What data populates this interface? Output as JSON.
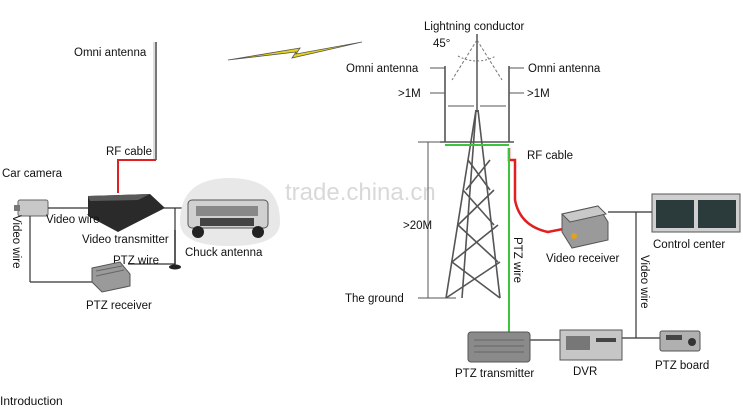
{
  "labels": {
    "omni_antenna_left": "Omni antenna",
    "rf_cable_left": "RF cable",
    "car_camera": "Car camera",
    "video_wire_top": "Video wire",
    "video_transmitter": "Video transmitter",
    "video_wire_left": "Video wire",
    "ptz_wire": "PTZ wire",
    "ptz_receiver": "PTZ receiver",
    "chuck_antenna": "Chuck antenna",
    "lightning_conductor": "Lightning conductor",
    "angle": "45°",
    "omni_antenna_tower_left": "Omni antenna",
    "omni_antenna_tower_right": "Omni antenna",
    "gt1m_left": ">1M",
    "gt1m_right": ">1M",
    "rf_cable_right": "RF cable",
    "gt20m": ">20M",
    "the_ground": "The ground",
    "ptz_wire_vertical": "PTZ wire",
    "video_receiver": "Video receiver",
    "control_center": "Control center",
    "video_wire_right": "Video wire",
    "ptz_board": "PTZ board",
    "ptz_transmitter": "PTZ transmitter",
    "dvr": "DVR"
  },
  "watermark": "trade.china.cn",
  "footer_text": "Introduction",
  "colors": {
    "rf_cable": "#e02020",
    "ptz_wire": "#3cc43c",
    "lightning": "#e6d21a",
    "device_gray": "#8a8a8a"
  },
  "icons": [
    "lightning-bolt-icon",
    "antenna-icon",
    "car-icon",
    "monitor-icon"
  ]
}
